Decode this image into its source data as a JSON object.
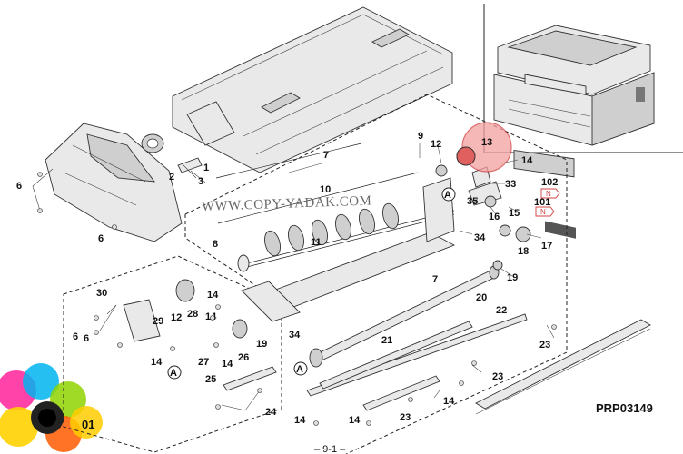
{
  "diagram": {
    "page_code": "PRP03149",
    "watermark": "WWW.COPY-YADAK.COM",
    "page_number": "– 9-1 –",
    "section_fragment": "01",
    "highlight_color": "#f4a0a0",
    "highlight_part": "13",
    "badge_label": "N",
    "callouts": {
      "c1": "1",
      "c2": "2",
      "c3": "3",
      "c6a": "6",
      "c6b": "6",
      "c6c": "6",
      "c6d": "6",
      "c7a": "7",
      "c7b": "7",
      "c8": "8",
      "c9": "9",
      "c10": "10",
      "c11": "11",
      "c12a": "12",
      "c12b": "12",
      "c13": "13",
      "c14a": "14",
      "c14b": "14",
      "c14c": "14",
      "c14d": "14",
      "c14e": "14",
      "c14f": "14",
      "c14g": "14",
      "c14h": "14",
      "c15": "15",
      "c16": "16",
      "c17": "17",
      "c18": "18",
      "c19a": "19",
      "c19b": "19",
      "c20": "20",
      "c21": "21",
      "c22": "22",
      "c23a": "23",
      "c23b": "23",
      "c23c": "23",
      "c24": "24",
      "c25": "25",
      "c26": "26",
      "c27": "27",
      "c28": "28",
      "c29": "29",
      "c30": "30",
      "c33": "33",
      "c34a": "34",
      "c34b": "34",
      "c35": "35",
      "c101": "101",
      "c102": "102",
      "ca1": "A",
      "ca2": "A",
      "ca3": "A"
    }
  }
}
